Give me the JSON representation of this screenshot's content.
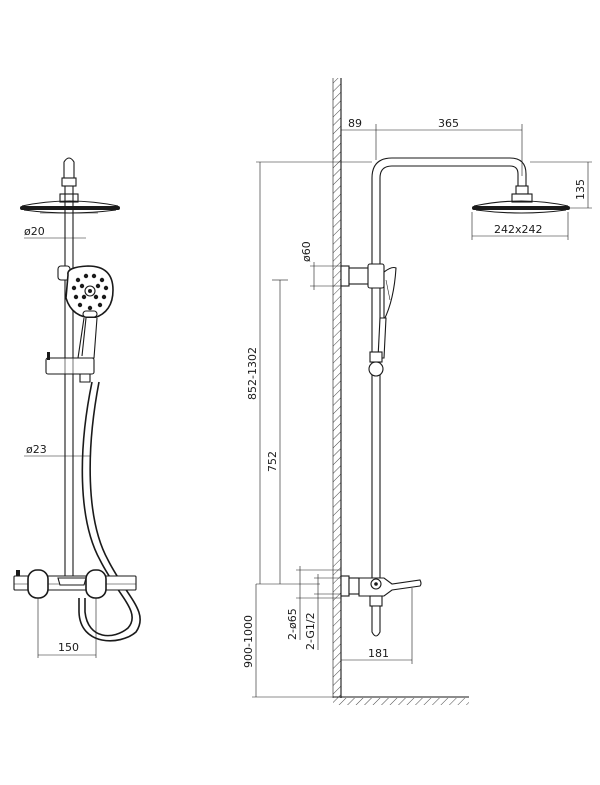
{
  "dimensions": {
    "rod_diameter": "ø20",
    "bar_diameter": "ø23",
    "mixer_centers": "150",
    "arm_offset": "89",
    "arm_length": "365",
    "head_drop": "135",
    "head_size": "242x242",
    "bracket_diameter": "ø60",
    "height_range": "852-1302",
    "bar_length": "752",
    "inlet_diameter": "2-ø65",
    "inlet_thread": "2-G1/2",
    "mounting_height": "900-1000",
    "spout_projection": "181"
  }
}
